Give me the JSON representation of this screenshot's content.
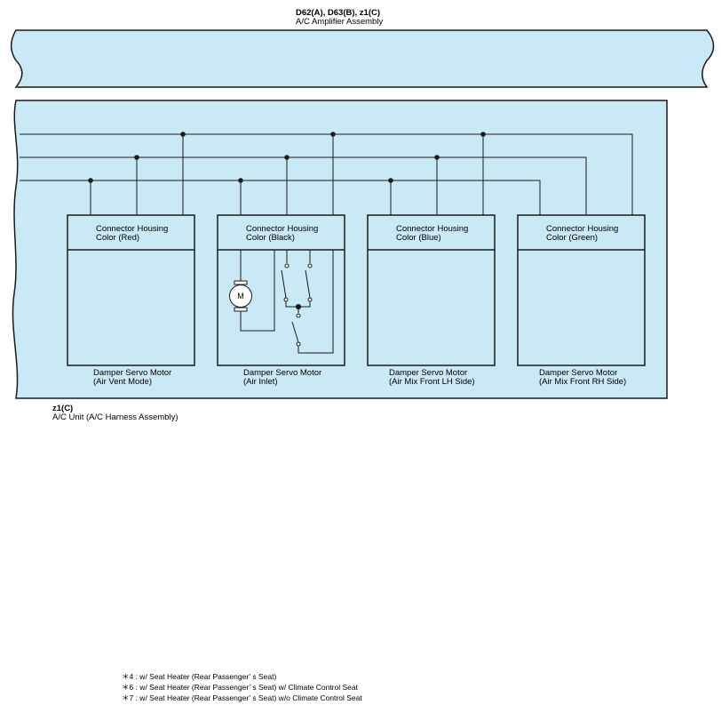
{
  "amplifier": {
    "code": "D62(A), D63(B), z1(C)",
    "name": "A/C Amplifier Assembly"
  },
  "ac_unit": {
    "code": "z1(C)",
    "name": "A/C Unit (A/C Harness Assembly)"
  },
  "motors": [
    {
      "housing_line1": "Connector Housing",
      "housing_line2": "Color (Red)",
      "name_line1": "Damper Servo Motor",
      "name_line2": "(Air Vent Mode)"
    },
    {
      "housing_line1": "Connector Housing",
      "housing_line2": "Color (Black)",
      "name_line1": "Damper Servo Motor",
      "name_line2": "(Air Inlet)",
      "motor_symbol": "M"
    },
    {
      "housing_line1": "Connector Housing",
      "housing_line2": "Color (Blue)",
      "name_line1": "Damper Servo Motor",
      "name_line2": "(Air Mix Front LH Side)"
    },
    {
      "housing_line1": "Connector Housing",
      "housing_line2": "Color (Green)",
      "name_line1": "Damper Servo Motor",
      "name_line2": "(Air Mix Front RH Side)"
    }
  ],
  "notes": [
    "＊4 : w/ Seat Heater (Rear Passenger’ s Seat)",
    "＊6 : w/ Seat Heater (Rear Passenger’ s Seat) w/ Climate Control Seat",
    "＊7 : w/ Seat Heater (Rear Passenger’ s Seat) w/o Climate Control Seat"
  ],
  "colors": {
    "fill": "#c9e9f7",
    "stroke": "#1a1a1a"
  }
}
